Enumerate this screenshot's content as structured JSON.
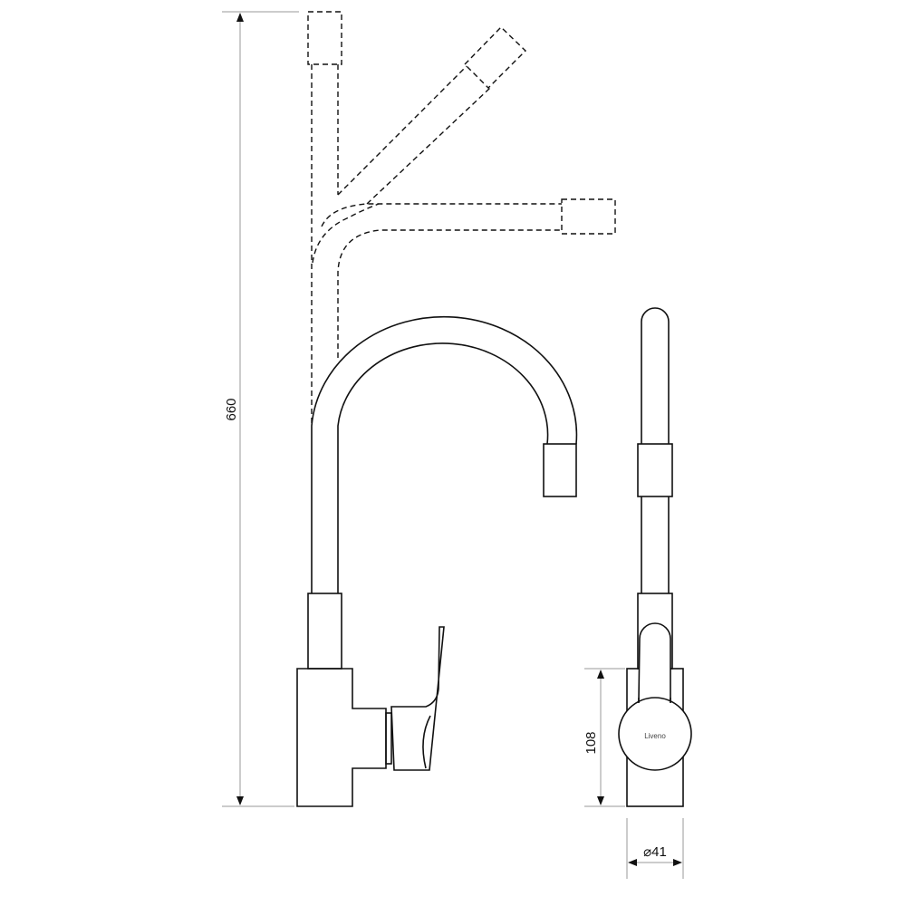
{
  "dimensions": {
    "total_height": "660",
    "body_height": "108",
    "diameter": "⌀41"
  },
  "brand_logo": "Liveno",
  "colors": {
    "line": "#111111",
    "dimension_line": "#999999"
  }
}
